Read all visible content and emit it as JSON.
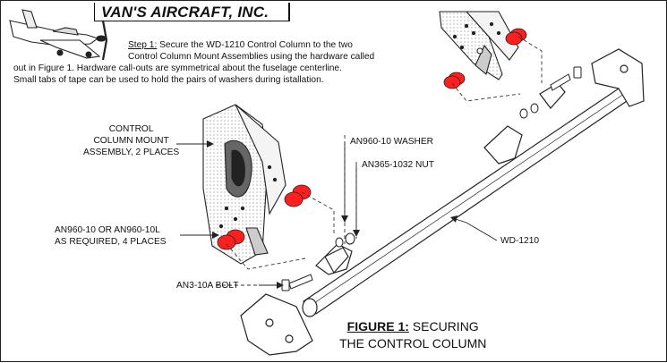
{
  "header": {
    "brand": "VAN'S AIRCRAFT, INC."
  },
  "instructions": {
    "step_label": "Step 1:",
    "line1": "Secure the WD-1210 Control Column to the two",
    "line2": "Control Column Mount Assemblies using the hardware called",
    "line3": "out in Figure 1. Hardware call-outs are symmetrical about the fuselage centerline.",
    "line4": "Small tabs of tape can be used to hold the pairs of washers during istallation."
  },
  "callouts": {
    "mount_line1": "CONTROL",
    "mount_line2": "COLUMN MOUNT",
    "mount_line3": "ASSEMBLY, 2 PLACES",
    "washer_line1": "AN960-10 OR AN960-10L",
    "washer_line2": "AS REQUIRED, 4 PLACES",
    "washer2": "AN960-10 WASHER",
    "nut": "AN365-1032 NUT",
    "bolt": "AN3-10A BOLT",
    "column": "WD-1210"
  },
  "figure": {
    "label": "FIGURE 1:",
    "title1": "SECURING",
    "title2": "THE CONTROL COLUMN"
  },
  "colors": {
    "highlight": "#ff1f1f",
    "line": "#222222"
  },
  "icons": [
    "airplane-logo-icon"
  ]
}
